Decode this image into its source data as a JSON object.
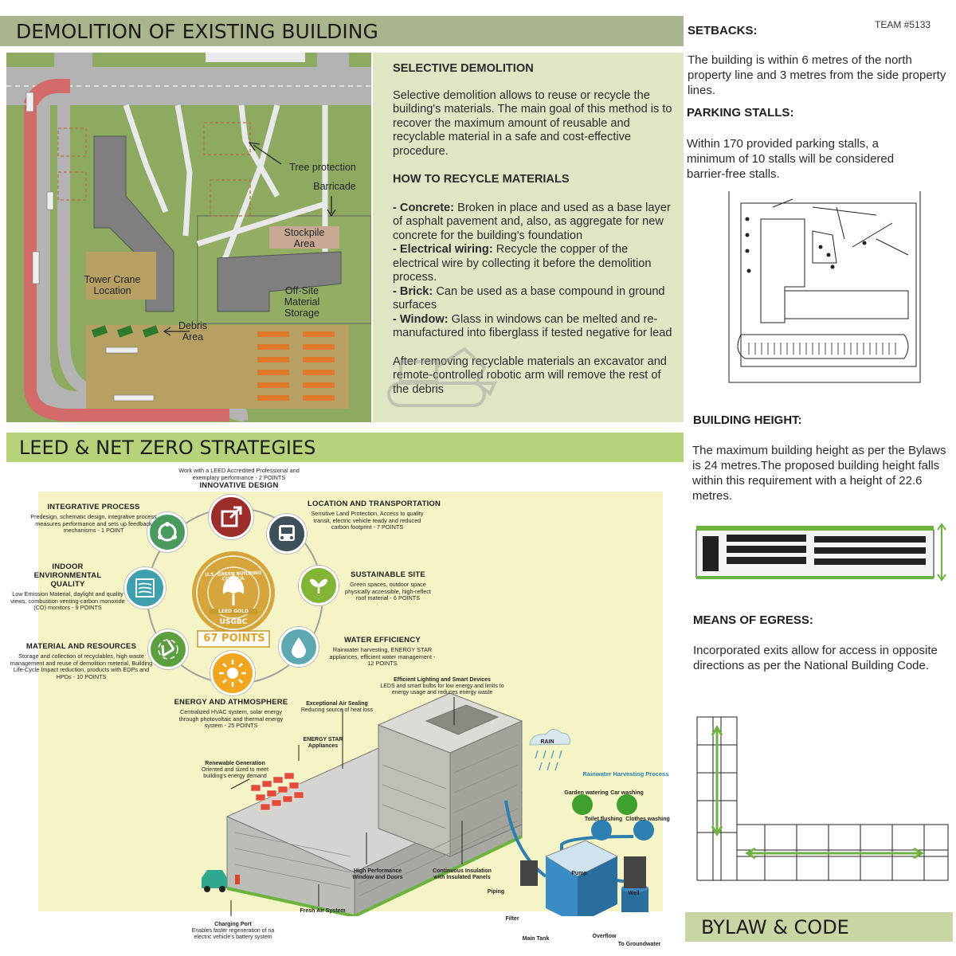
{
  "team": "TEAM #5133",
  "demolition": {
    "banner": "DEMOLITION OF EXISTING BUILDING",
    "site_labels": {
      "tree_protection": "Tree protection",
      "barricade": "Barricade",
      "stockpile": "Stockpile\nArea",
      "tower_crane": "Tower Crane\nLocation",
      "offsite": "Off-Site\nMaterial\nStorage",
      "debris": "Debris\nArea"
    },
    "selective_title": "SELECTIVE DEMOLITION",
    "selective_body": "Selective demolition allows to reuse or recycle the building's materials. The main goal of this method is to recover the maximum amount of reusable and recyclable material in a safe and cost-effective procedure.",
    "recycle_title": "HOW TO RECYCLE MATERIALS",
    "items": [
      {
        "label": "- Concrete:",
        "text": " Broken in place and used as a base layer of asphalt pavement and, also, as aggregate for new concrete for the building's foundation"
      },
      {
        "label": "- Electrical wiring:",
        "text": " Recycle the copper of the electrical wire by collecting it before the demolition process."
      },
      {
        "label": "- Brick:",
        "text": " Can be used as a base compound in ground surfaces"
      },
      {
        "label": "- Window:",
        "text": " Glass in windows can be melted and re-manufactured into fiberglass if tested negative for lead"
      }
    ],
    "closing": "After removing recyclable materials an excavator and remote-controlled robotic arm will remove the rest of the debris"
  },
  "leed": {
    "banner": "LEED & NET ZERO STRATEGIES",
    "seal": {
      "ring": "U.S. GREEN BUILDING COUNCIL",
      "level": "LEED GOLD",
      "org": "USGBC",
      "points": "67 POINTS"
    },
    "categories": [
      {
        "title": "INNOVATIVE DESIGN",
        "desc": "Work with a LEED Accredited Professional and exemplary performance - 2 POINTS",
        "color": "#9b2d2a",
        "icon": "external-link-icon"
      },
      {
        "title": "LOCATION AND TRANSPORTATION",
        "desc": "Sensitive Land Protection, Access to quality transit, electric vehicle ready and reduced carbon footprint - 7 POINTS",
        "color": "#3e4f5a",
        "icon": "bus-icon"
      },
      {
        "title": "SUSTAINABLE SITE",
        "desc": "Green spaces, outdoor space physically accessible, high-reflect roof material - 6 POINTS",
        "color": "#84b336",
        "icon": "sprout-icon"
      },
      {
        "title": "WATER EFFICIENCY",
        "desc": "Rainwater harvesting, ENERGY STAR appliances, efficient water management - 12 POINTS",
        "color": "#5ea8b2",
        "icon": "water-drop-icon"
      },
      {
        "title": "ENERGY AND ATHMOSPHERE",
        "desc": "Centralized HVAC system, solar energy through photovoltaic and thermal energy system - 25 POINTS",
        "color": "#f0a621",
        "icon": "sun-icon"
      },
      {
        "title": "MATERIAL AND RESOURCES",
        "desc": "Storage and collection of recyclables, high waste management and reuse of demolition meterial, Building Life-Cycle Impact reduction, products with EDPs and HPDs - 10 POINTS",
        "color": "#5d9e3e",
        "icon": "recycle-icon"
      },
      {
        "title": "INDOOR ENVIRONMENTAL QUALITY",
        "desc": "Low Emission Material, daylight and quality views, combustion venting-carbon monoxide (CO) monitors - 9 POINTS",
        "color": "#3f9fad",
        "icon": "air-flow-icon"
      },
      {
        "title": "INTEGRATIVE PROCESS",
        "desc": "Predesign, schematic design, integrative process measures performance and sets up feedback mechanisms - 1 POINT",
        "color": "#4b9a5d",
        "icon": "cycle-icon"
      }
    ],
    "callouts": {
      "lighting": {
        "t": "Efficient Lighting and Smart Devices",
        "d": "LEDS and smart bulbs for low energy and limits to energy usage and reduces energy waste"
      },
      "sealing": {
        "t": "Exceptional Air Sealing",
        "d": "Reducing source of heat loss"
      },
      "appliances": {
        "t": "ENERGY STAR Appliances",
        "d": ""
      },
      "renewable": {
        "t": "Renewable Generation",
        "d": "Oriented and sized to meet building's energy demand"
      },
      "windows": {
        "t": "High Performance Window and Doors",
        "d": ""
      },
      "insulation": {
        "t": "Continuous Insulation with Insulated Panels",
        "d": ""
      },
      "fresh_air": {
        "t": "Fresh Air System",
        "d": ""
      },
      "charging": {
        "t": "Charging Port",
        "d": "Enables faster regeneration of na electric vehicle's battery system"
      },
      "rain": "RAIN",
      "harvest_title": "Rainwater Harvesting Process",
      "garden": "Garden watering",
      "car": "Car washing",
      "toilet": "Toilet flushing",
      "clothes": "Clothes washing",
      "piping": "Piping",
      "pump": "Pump",
      "filter": "Filter",
      "main_tank": "Main Tank",
      "overflow": "Overflow",
      "well": "Well",
      "groundwater": "To Groundwater"
    }
  },
  "bylaw": {
    "banner": "BYLAW & CODE",
    "setbacks_title": "SETBACKS:",
    "setbacks_body": "The building is within 6 metres of the north property line and 3 metres from the side property lines.",
    "parking_title": "PARKING STALLS:",
    "parking_body": "Within 170 provided parking stalls, a minimum of 10 stalls will be considered barrier-free stalls.",
    "height_title": "BUILDING HEIGHT:",
    "height_body": "The maximum building height as per the Bylaws is 24 metres.The proposed building height falls within this requirement with a height of 22.6 metres.",
    "egress_title": "MEANS OF EGRESS:",
    "egress_body": "Incorporated exits allow for access in opposite directions as per the National Building Code."
  }
}
